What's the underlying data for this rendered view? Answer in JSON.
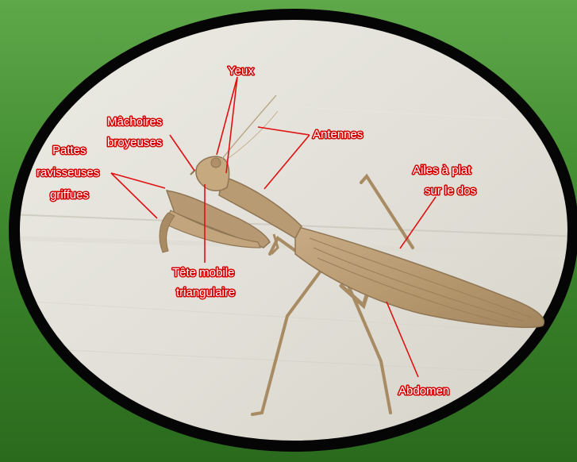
{
  "labels": {
    "eyes": "Yeux",
    "jaws_line1": "Mâchoires",
    "jaws_line2": "broyeuses",
    "antennae": "Antennes",
    "raptorial_line1": "Pattes",
    "raptorial_line2": "ravisseuses",
    "raptorial_line3": "griffues",
    "wings_line1": "Ailes à plat",
    "wings_line2": "sur le dos",
    "head_line1": "Tête mobile",
    "head_line2": "triangulaire",
    "abdomen": "Abdomen"
  },
  "colors": {
    "background_top": "#5fa84a",
    "background_bottom": "#2a6a1d",
    "frame": "#000000",
    "leader_lines": "#e01010",
    "label_text": "#ffffff",
    "wall": "#e4e2da",
    "mantis_body": "#b89a72"
  }
}
